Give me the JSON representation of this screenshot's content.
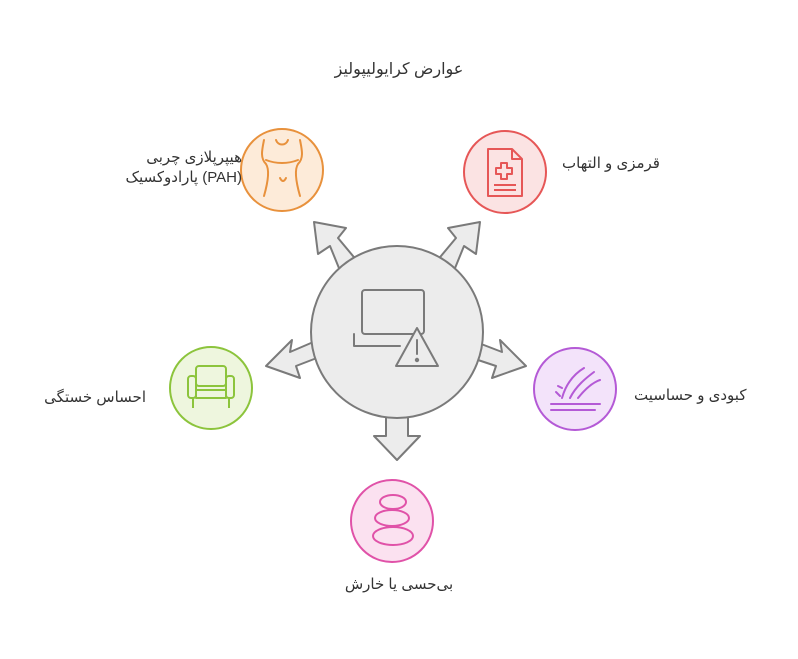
{
  "title": "عوارض کرایولیپولیز",
  "center": {
    "icon": "laptop-warning-icon"
  },
  "items": [
    {
      "id": "redness",
      "label": "قرمزی و التهاب",
      "icon": "medical-document-icon",
      "color": "#e65757",
      "fill": "#fbe3e3"
    },
    {
      "id": "pah",
      "label_line1": "هیپرپلازی چربی",
      "label_line2": "(PAH) پارادوکسیک",
      "icon": "body-waist-icon",
      "color": "#e8913c",
      "fill": "#fdebd9"
    },
    {
      "id": "bruising",
      "label": "کبودی و حساسیت",
      "icon": "skin-touch-icon",
      "color": "#b45ad6",
      "fill": "#f3e3fa"
    },
    {
      "id": "fatigue",
      "label": "احساس خستگی",
      "icon": "armchair-icon",
      "color": "#8cc43c",
      "fill": "#eef6de"
    },
    {
      "id": "numbness",
      "label": "بی‌حسی یا خارش",
      "icon": "stones-icon",
      "color": "#e052a8",
      "fill": "#fbe1f0"
    }
  ]
}
